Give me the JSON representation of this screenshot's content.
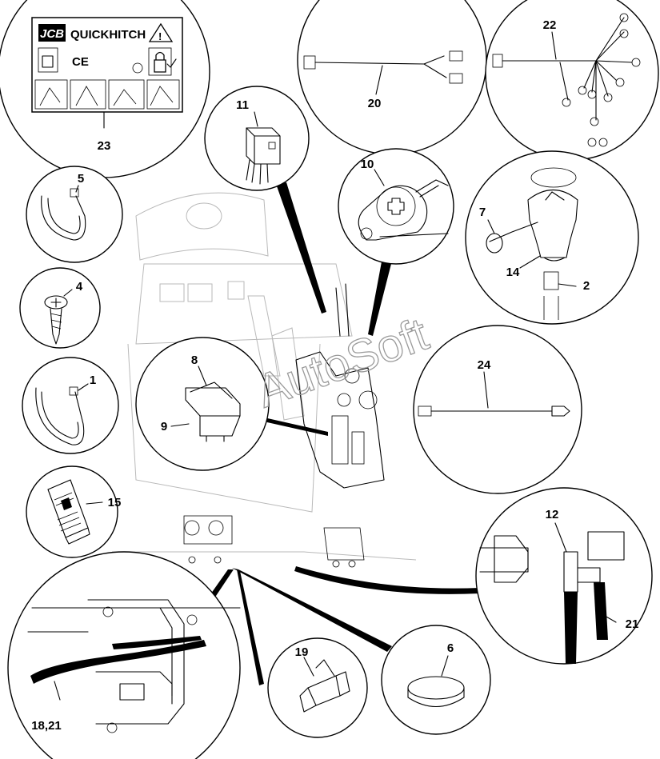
{
  "watermark": "AutoSoft",
  "label_23": {
    "brand": "JCB",
    "title": "QUICKHITCH",
    "mark": "CE"
  },
  "callouts": {
    "c23": "23",
    "c20": "20",
    "c22": "22",
    "c11": "11",
    "c10": "10",
    "c5": "5",
    "c7": "7",
    "c14": "14",
    "c2": "2",
    "c4": "4",
    "c8": "8",
    "c9": "9",
    "c1": "1",
    "c24": "24",
    "c15": "15",
    "c12": "12",
    "c21": "21",
    "c6": "6",
    "c19": "19",
    "c18_21": "18,21"
  }
}
